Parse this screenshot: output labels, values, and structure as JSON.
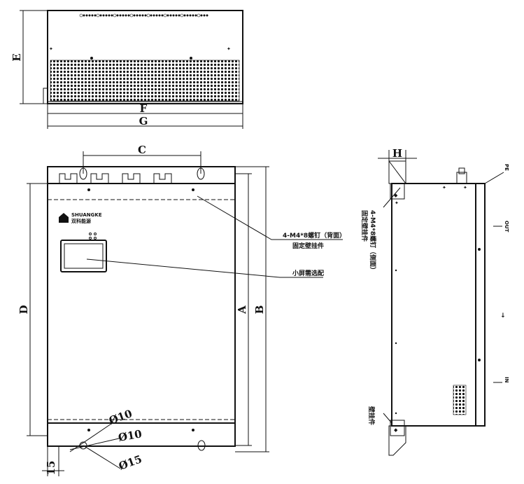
{
  "dimensions": {
    "A": "A",
    "B": "B",
    "C": "C",
    "D": "D",
    "E": "E",
    "F": "F",
    "G": "G",
    "H": "H",
    "phi10_a": "Ø10",
    "phi10_b": "Ø10",
    "phi15": "Ø15",
    "offset_15": "15"
  },
  "callouts": {
    "screw_line1": "4-M4*8螺钉（背面）",
    "screw_line2": "固定壁挂件",
    "screen": "小屏需选配",
    "side_screw_line1": "4-M4*8螺钉（侧面）",
    "side_screw_line2": "固定壁挂件",
    "wall_bracket": "壁挂件"
  },
  "side_labels": {
    "top": "PE",
    "out": "OUT",
    "arrow": "→",
    "in": "IN"
  },
  "logo": {
    "company": "双科能源",
    "subtitle": "SHUANGKE"
  }
}
